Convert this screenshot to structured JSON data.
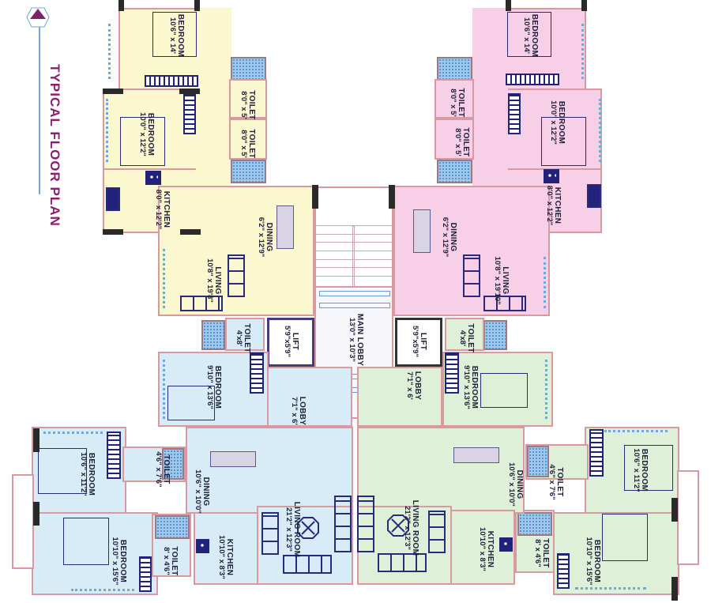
{
  "title": "TYPICAL FLOOR PLAN",
  "north_marker": "north-arrow",
  "colors": {
    "flat_top_left": "#fbf7cf",
    "flat_top_right": "#f7cfe6",
    "flat_bottom_left": "#d8ecf7",
    "flat_bottom_right": "#dff0d8",
    "title": "#8a2070",
    "wall": "#2a2a2a",
    "tile": "#9fc8ea"
  },
  "flats": {
    "top_left": {
      "bedroom1": {
        "name": "BEDROOM",
        "dim": "10'6\" x 14'"
      },
      "bedroom2": {
        "name": "BEDROOM",
        "dim": "10'0\" x 12'2\""
      },
      "toilet1": {
        "name": "TOILET",
        "dim": "8'0\" x 5'"
      },
      "toilet2": {
        "name": "TOILET",
        "dim": "8'0\" x 5'"
      },
      "kitchen": {
        "name": "KITCHEN",
        "dim": "8'0\" x 12'2\""
      },
      "dining": {
        "name": "DINING",
        "dim": "6'2\" x 12'9\""
      },
      "living": {
        "name": "LIVING",
        "dim": "10'8\" x 19'8\""
      }
    },
    "top_right": {
      "bedroom1": {
        "name": "BEDROOM",
        "dim": "10'6\" x 14'"
      },
      "bedroom2": {
        "name": "BEDROOM",
        "dim": "10'0\" x 12'2\""
      },
      "toilet1": {
        "name": "TOILET",
        "dim": "8'0\" x 5'"
      },
      "toilet2": {
        "name": "TOILET",
        "dim": "8'0\" x 5'"
      },
      "kitchen": {
        "name": "KITCHEN",
        "dim": "8'0\" x 12'2\""
      },
      "dining": {
        "name": "DINING",
        "dim": "6'2\" x 12'9\""
      },
      "living": {
        "name": "LIVING",
        "dim": "10'8\" x 19'10\""
      }
    },
    "bottom_left": {
      "bedroom1": {
        "name": "BEDROOM",
        "dim": "9'10\" x 13'6\""
      },
      "toilet1": {
        "name": "TOILET",
        "dim": "4'x8'"
      },
      "bedroom2": {
        "name": "BEDROOM",
        "dim": "10'6\" x 11'2\""
      },
      "toilet2": {
        "name": "TOILET",
        "dim": "4'6\" x 7'6\""
      },
      "bedroom3": {
        "name": "BEDROOM",
        "dim": "10'10\" x 15'6\""
      },
      "toilet3": {
        "name": "TOILET",
        "dim": "8' x 4'6\""
      },
      "dining": {
        "name": "DINING",
        "dim": "10'6\" x 10'0\""
      },
      "kitchen": {
        "name": "KITCHEN",
        "dim": "10'10\" x 8'3\""
      },
      "living": {
        "name": "LIVING ROOM",
        "dim": "21'2\" x 12'3\""
      },
      "lobby": {
        "name": "LOBBY",
        "dim": "7'1\" x 6'"
      }
    },
    "bottom_right": {
      "bedroom1": {
        "name": "BEDROOM",
        "dim": "9'10\" x 13'6\""
      },
      "toilet1": {
        "name": "TOILET",
        "dim": "4'x8'"
      },
      "bedroom2": {
        "name": "BEDROOM",
        "dim": "10'6\" x 11'2\""
      },
      "toilet2": {
        "name": "TOILET",
        "dim": "4'6\" x 7'6\""
      },
      "bedroom3": {
        "name": "BEDROOM",
        "dim": "10'10\" x 15'6\""
      },
      "toilet3": {
        "name": "TOILET",
        "dim": "8' x 4'6\""
      },
      "dining": {
        "name": "DINING",
        "dim": "10'6\" x 10'0\""
      },
      "kitchen": {
        "name": "KITCHEN",
        "dim": "10'10\" x 8'3\""
      },
      "living": {
        "name": "LIVING ROOM",
        "dim": "21'2\" x 12'3\""
      },
      "lobby": {
        "name": "LOBBY",
        "dim": "7'1\" x 6'"
      }
    }
  },
  "core": {
    "main_lobby": {
      "name": "MAIN LOBBY",
      "dim": "13'0\" x 10'3\""
    },
    "lift_left": {
      "name": "LIFT",
      "dim": "5'9\"x5'9\""
    },
    "lift_right": {
      "name": "LIFT",
      "dim": "5'9\"x5'9\""
    },
    "staircase": "staircase"
  }
}
